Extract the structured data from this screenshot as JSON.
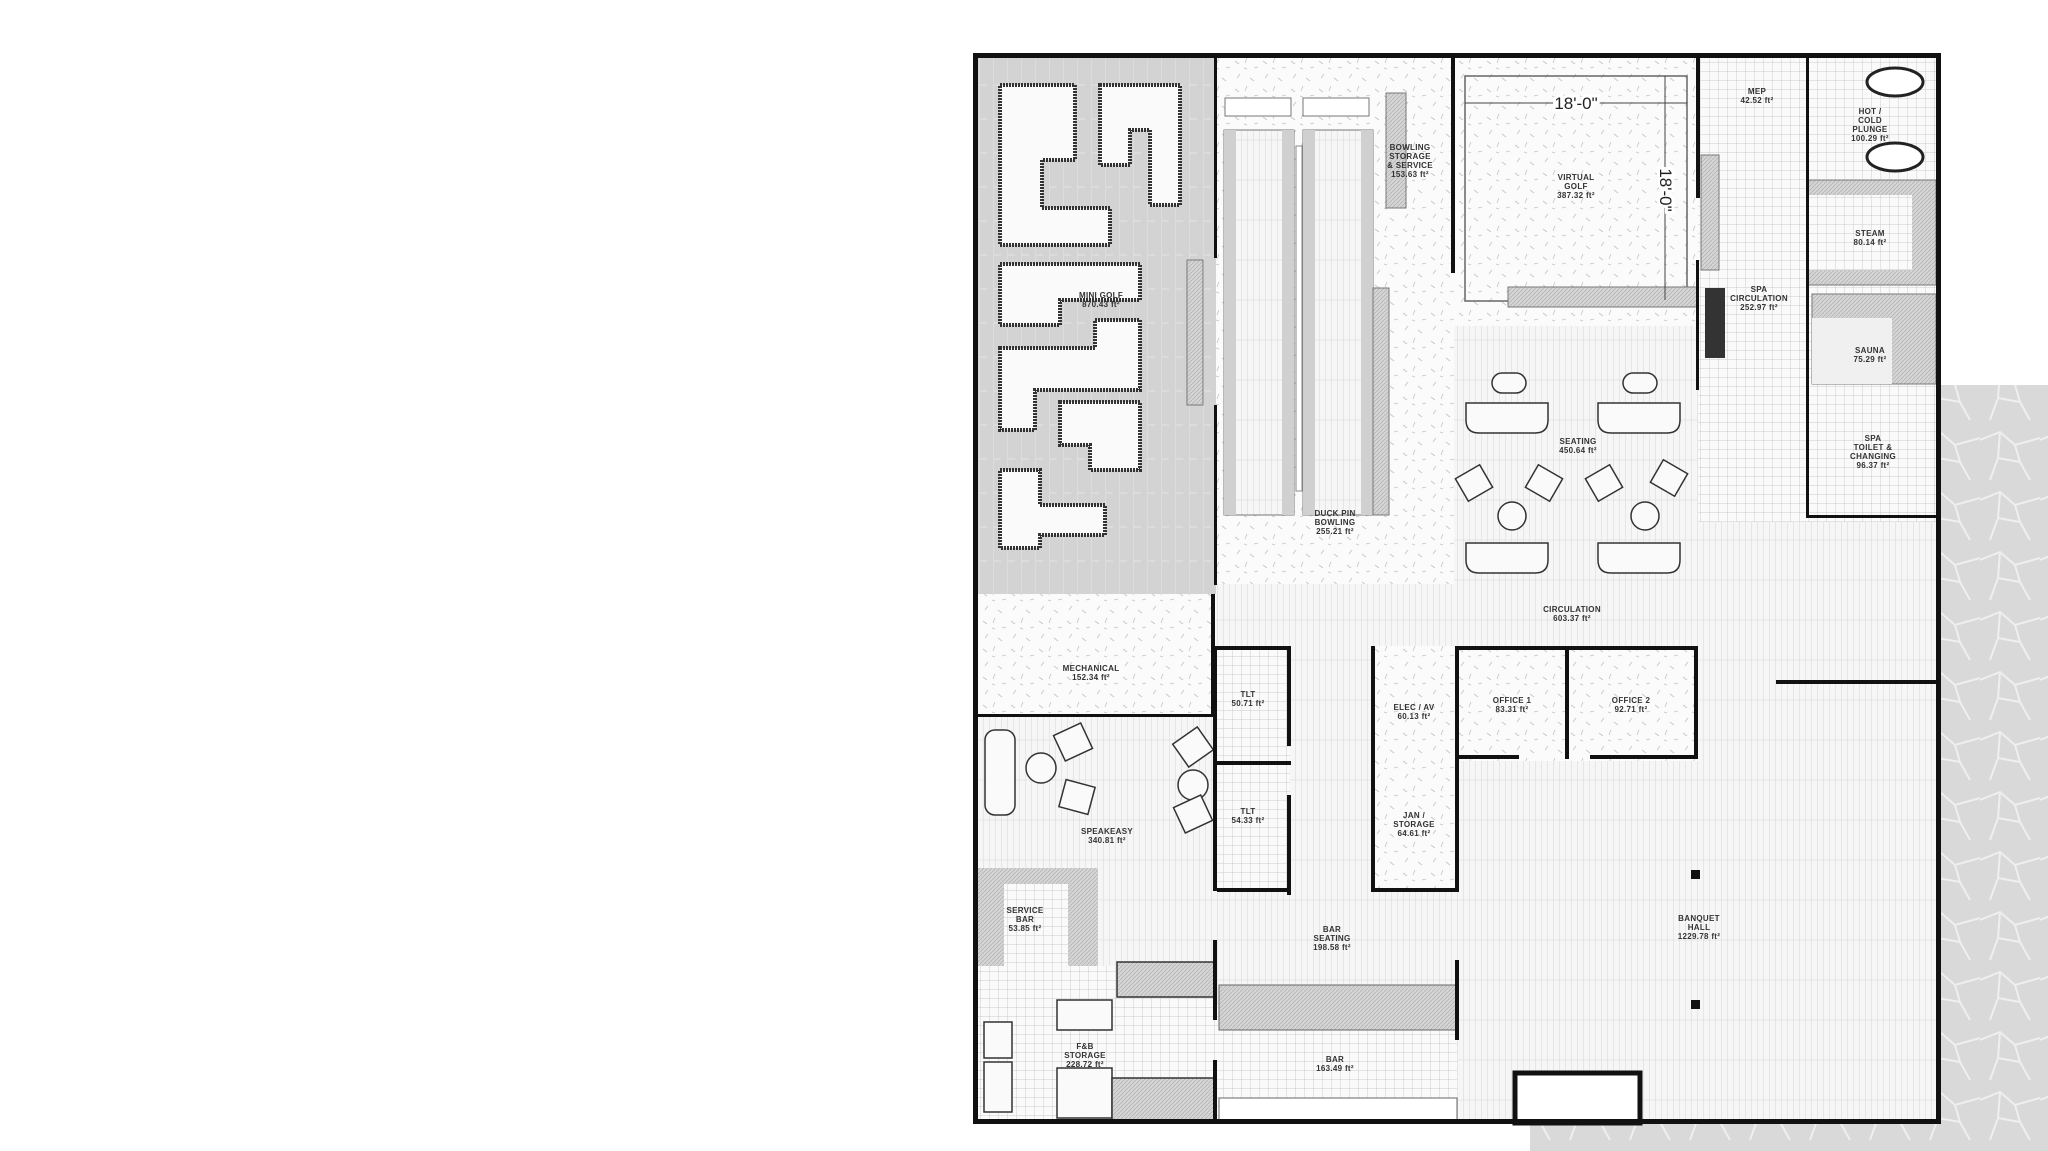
{
  "plan": {
    "rooms": [
      {
        "id": "mini-golf",
        "lines": [
          "MINI GOLF",
          "870.43 ft²"
        ]
      },
      {
        "id": "bowling-storage",
        "lines": [
          "BOWLING",
          "STORAGE",
          "& SERVICE",
          "153.63 ft²"
        ]
      },
      {
        "id": "virtual-golf",
        "lines": [
          "VIRTUAL",
          "GOLF",
          "387.32 ft²"
        ]
      },
      {
        "id": "mep",
        "lines": [
          "MEP",
          "42.52 ft²"
        ]
      },
      {
        "id": "hot-cold-plunge",
        "lines": [
          "HOT /",
          "COLD",
          "PLUNGE",
          "100.29 ft²"
        ]
      },
      {
        "id": "steam",
        "lines": [
          "STEAM",
          "80.14 ft²"
        ]
      },
      {
        "id": "spa-circulation",
        "lines": [
          "SPA",
          "CIRCULATION",
          "252.97 ft²"
        ]
      },
      {
        "id": "sauna",
        "lines": [
          "SAUNA",
          "75.29 ft²"
        ]
      },
      {
        "id": "spa-toilet",
        "lines": [
          "SPA",
          "TOILET &",
          "CHANGING",
          "96.37 ft²"
        ]
      },
      {
        "id": "seating",
        "lines": [
          "SEATING",
          "450.64 ft²"
        ]
      },
      {
        "id": "duck-pin-bowling",
        "lines": [
          "DUCK PIN",
          "BOWLING",
          "255.21 ft²"
        ]
      },
      {
        "id": "circulation",
        "lines": [
          "CIRCULATION",
          "603.37 ft²"
        ]
      },
      {
        "id": "mechanical",
        "lines": [
          "MECHANICAL",
          "152.34 ft²"
        ]
      },
      {
        "id": "tlt-1",
        "lines": [
          "TLT",
          "50.71 ft²"
        ]
      },
      {
        "id": "elec-av",
        "lines": [
          "ELEC / AV",
          "60.13 ft²"
        ]
      },
      {
        "id": "office-1",
        "lines": [
          "OFFICE 1",
          "83.31 ft²"
        ]
      },
      {
        "id": "office-2",
        "lines": [
          "OFFICE 2",
          "92.71 ft²"
        ]
      },
      {
        "id": "tlt-2",
        "lines": [
          "TLT",
          "54.33 ft²"
        ]
      },
      {
        "id": "jan-storage",
        "lines": [
          "JAN /",
          "STORAGE",
          "64.61 ft²"
        ]
      },
      {
        "id": "speakeasy",
        "lines": [
          "SPEAKEASY",
          "340.81 ft²"
        ]
      },
      {
        "id": "service-bar",
        "lines": [
          "SERVICE",
          "BAR",
          "53.85 ft²"
        ]
      },
      {
        "id": "bar-seating",
        "lines": [
          "BAR",
          "SEATING",
          "198.58 ft²"
        ]
      },
      {
        "id": "banquet-hall",
        "lines": [
          "BANQUET",
          "HALL",
          "1229.78 ft²"
        ]
      },
      {
        "id": "fb-storage",
        "lines": [
          "F&B",
          "STORAGE",
          "228.72 ft²"
        ]
      },
      {
        "id": "bar",
        "lines": [
          "BAR",
          "163.49 ft²"
        ]
      }
    ],
    "dimensions": {
      "virtual_golf_width": "18'-0\"",
      "virtual_golf_depth": "18'-0\""
    },
    "colors": {
      "wall": "#111111",
      "tile_fill": "#f4f4f4",
      "counter": "#cfcfcf",
      "stone": "#d8d8d8"
    }
  }
}
